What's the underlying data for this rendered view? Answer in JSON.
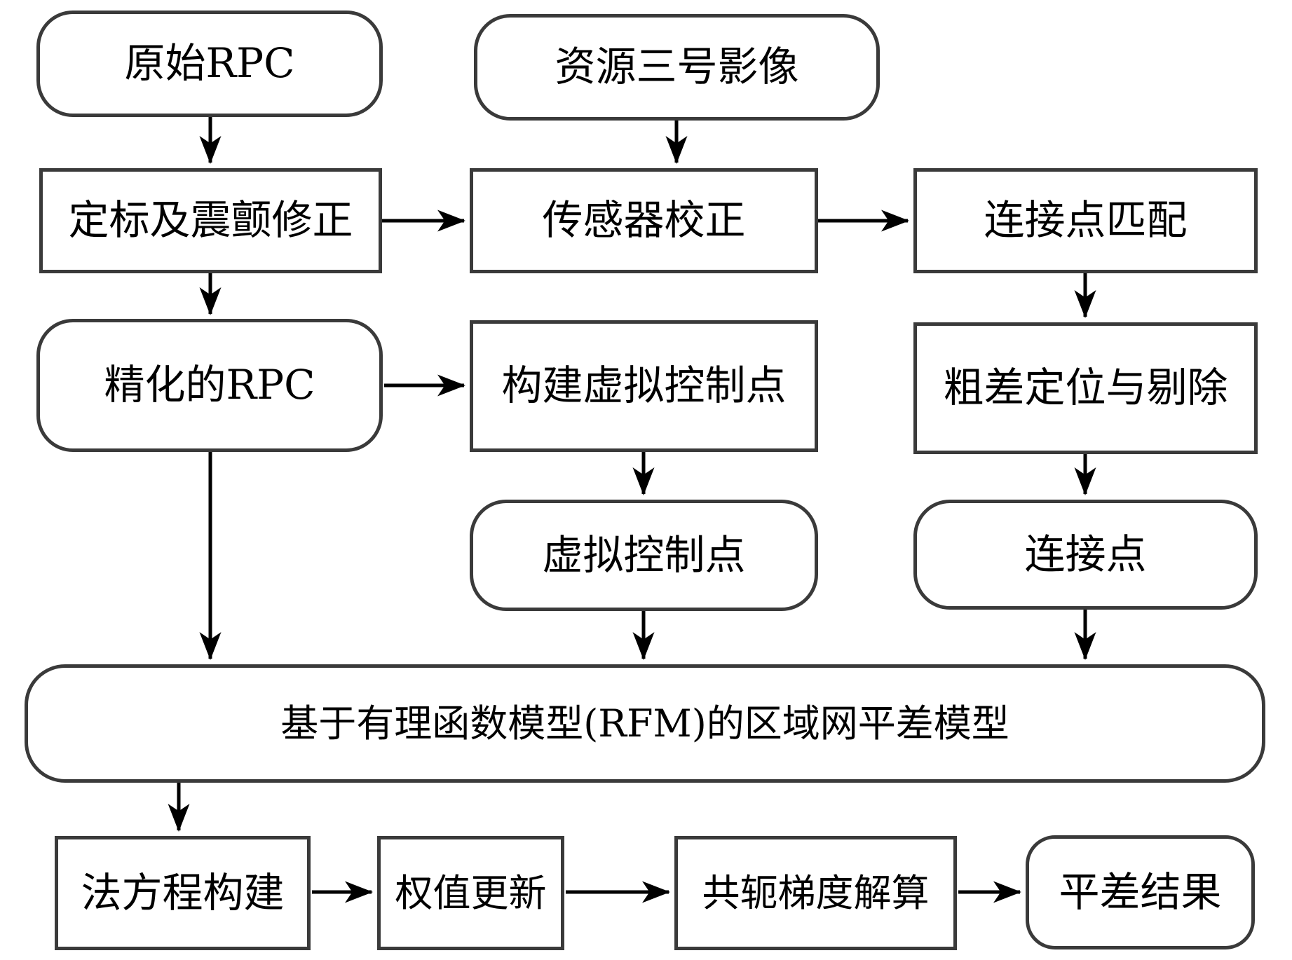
{
  "diagram": {
    "title": "RFM block adjustment flowchart",
    "background_color": "#ffffff",
    "box_border_color": "#3a3a3a",
    "arrow_color": "#000000",
    "nodes": {
      "raw_rpc": {
        "label": "原始RPC",
        "shape": "rounded"
      },
      "zy3_imagery": {
        "label": "资源三号影像",
        "shape": "rounded"
      },
      "calibration_jitter_correction": {
        "label": "定标及震颤修正",
        "shape": "rect"
      },
      "sensor_correction": {
        "label": "传感器校正",
        "shape": "rect"
      },
      "tie_point_matching": {
        "label": "连接点匹配",
        "shape": "rect"
      },
      "refined_rpc": {
        "label": "精化的RPC",
        "shape": "rounded"
      },
      "build_virtual_control_points": {
        "label": "构建虚拟控制点",
        "shape": "rect"
      },
      "gross_error_location_removal": {
        "label": "粗差定位与剔除",
        "shape": "rect"
      },
      "virtual_control_points": {
        "label": "虚拟控制点",
        "shape": "rounded"
      },
      "tie_points": {
        "label": "连接点",
        "shape": "rounded"
      },
      "rfm_block_adjustment_model": {
        "label": "基于有理函数模型(RFM)的区域网平差模型",
        "shape": "rounded"
      },
      "normal_equation_construction": {
        "label": "法方程构建",
        "shape": "rect"
      },
      "weight_update": {
        "label": "权值更新",
        "shape": "rect"
      },
      "conjugate_gradient_solution": {
        "label": "共轭梯度解算",
        "shape": "rect"
      },
      "adjustment_result": {
        "label": "平差结果",
        "shape": "rounded"
      }
    },
    "edges": [
      "raw_rpc -> calibration_jitter_correction",
      "zy3_imagery -> sensor_correction",
      "calibration_jitter_correction -> sensor_correction",
      "sensor_correction -> tie_point_matching",
      "calibration_jitter_correction -> refined_rpc",
      "tie_point_matching -> gross_error_location_removal",
      "refined_rpc -> build_virtual_control_points",
      "build_virtual_control_points -> virtual_control_points",
      "gross_error_location_removal -> tie_points",
      "refined_rpc -> rfm_block_adjustment_model",
      "virtual_control_points -> rfm_block_adjustment_model",
      "tie_points -> rfm_block_adjustment_model",
      "rfm_block_adjustment_model -> normal_equation_construction",
      "normal_equation_construction -> weight_update",
      "weight_update -> conjugate_gradient_solution",
      "conjugate_gradient_solution -> adjustment_result"
    ]
  }
}
